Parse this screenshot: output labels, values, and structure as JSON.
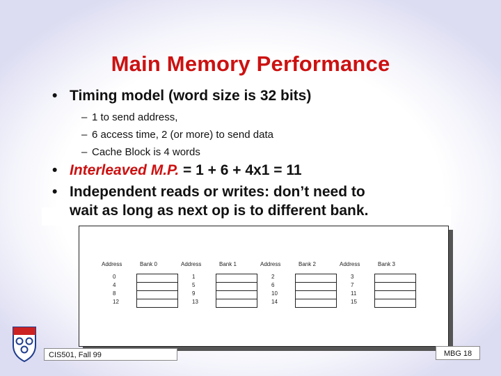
{
  "slide": {
    "title": "Main Memory Performance",
    "bullets": [
      {
        "text": "Timing model (word size is 32 bits)"
      },
      {
        "emphasis": "Interleaved M.P.",
        "text": " = 1 + 6 + 4x1 = 11"
      },
      {
        "text": "Independent reads or writes: don’t need to",
        "continuation": "wait as long as next op is to different bank."
      }
    ],
    "sub_bullets": [
      "1 to send address,",
      "6 access time, 2 (or more) to send data",
      "Cache Block is 4 words"
    ],
    "bullet_char": "•",
    "dash_char": "–"
  },
  "figure": {
    "banks": [
      {
        "address_label": "Address",
        "bank_label": "Bank 0",
        "addresses": [
          "0",
          "4",
          "8",
          "12"
        ]
      },
      {
        "address_label": "Address",
        "bank_label": "Bank 1",
        "addresses": [
          "1",
          "5",
          "9",
          "13"
        ]
      },
      {
        "address_label": "Address",
        "bank_label": "Bank 2",
        "addresses": [
          "2",
          "6",
          "10",
          "14"
        ]
      },
      {
        "address_label": "Address",
        "bank_label": "Bank 3",
        "addresses": [
          "3",
          "7",
          "11",
          "15"
        ]
      }
    ]
  },
  "footer": {
    "left": "CIS501, Fall 99",
    "right": "MBG  18"
  },
  "colors": {
    "title": "#cc1111",
    "emphasis": "#cc1111",
    "logo_red": "#cc2222",
    "logo_blue": "#1f3c8c"
  },
  "icons": {
    "logo": "university-shield-icon"
  }
}
